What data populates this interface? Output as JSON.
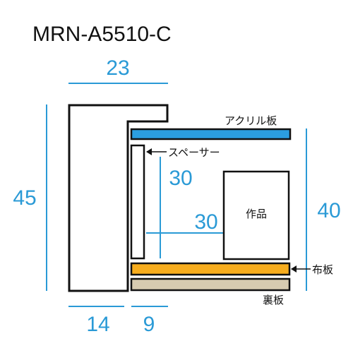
{
  "title": "MRN-A5510-C",
  "dimensions": {
    "top_width": "23",
    "total_height": "45",
    "inner_height": "30",
    "inner_depth": "30",
    "right_height": "40",
    "bottom_left": "14",
    "bottom_right": "9"
  },
  "labels": {
    "acrylic": "アクリル板",
    "spacer": "スペーサー",
    "artwork": "作品",
    "cloth": "布板",
    "back": "裏板"
  },
  "colors": {
    "dimension": "#2a9ad6",
    "acrylic_fill": "#2b9ee0",
    "cloth_fill": "#f7ad1e",
    "back_fill": "#d7cbb0",
    "outline": "#111111"
  }
}
